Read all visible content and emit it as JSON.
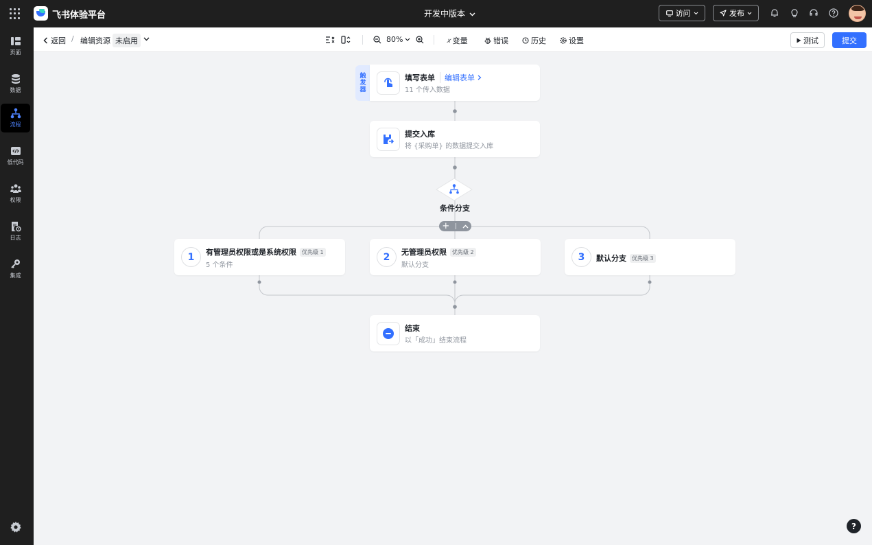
{
  "app": {
    "title": "飞书体验平台",
    "version": "开发中版本",
    "visit": "访问",
    "publish": "发布"
  },
  "sidebar": {
    "items": [
      {
        "label": "页面",
        "icon": "page-icon"
      },
      {
        "label": "数据",
        "icon": "database-icon"
      },
      {
        "label": "流程",
        "icon": "flow-icon",
        "active": true
      },
      {
        "label": "低代码",
        "icon": "code-icon"
      },
      {
        "label": "权限",
        "icon": "people-icon"
      },
      {
        "label": "日志",
        "icon": "log-icon"
      },
      {
        "label": "集成",
        "icon": "integration-icon"
      }
    ]
  },
  "toolbar": {
    "back": "返回",
    "resource": "编辑资源",
    "status": "未启用",
    "zoom": "80%",
    "variables": "变量",
    "errors": "错误",
    "history": "历史",
    "settings": "设置",
    "test": "测试",
    "submit": "提交"
  },
  "flow": {
    "trigger_tag": [
      "触",
      "发",
      "器"
    ],
    "trigger": {
      "title": "填写表单",
      "edit": "编辑表单",
      "sub": "11 个传入数据"
    },
    "submit_node": {
      "title": "提交入库",
      "sub": "将 {采购单} 的数据提交入库"
    },
    "condition": {
      "label": "条件分支"
    },
    "branches": [
      {
        "num": "1",
        "title": "有管理员权限或是系统权限",
        "priority": "优先级 1",
        "sub": "5 个条件"
      },
      {
        "num": "2",
        "title": "无管理员权限",
        "priority": "优先级 2",
        "sub": "默认分支"
      },
      {
        "num": "3",
        "title": "默认分支",
        "priority": "优先级 3",
        "sub": ""
      }
    ],
    "end": {
      "title": "结束",
      "sub": "以「成功」结束流程"
    }
  },
  "colors": {
    "accent": "#3370ff",
    "topbar": "#1f1f1f",
    "canvas": "#f2f3f5"
  }
}
